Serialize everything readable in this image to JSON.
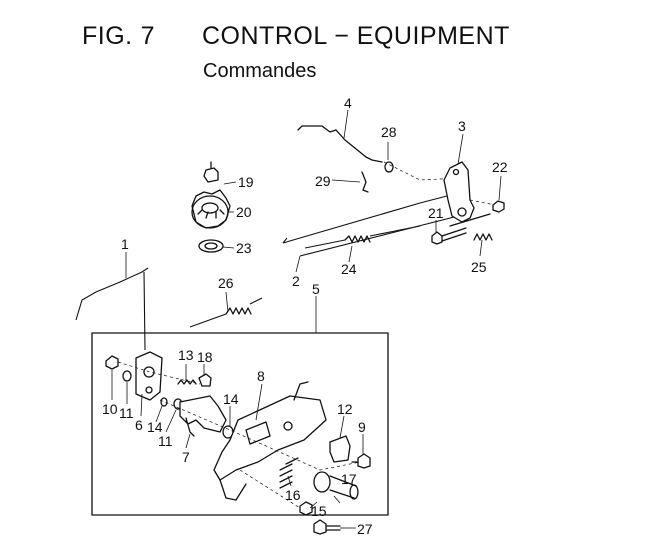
{
  "figure": {
    "fig_label": "FIG.",
    "fig_number": "7",
    "title": "CONTROL − EQUIPMENT",
    "subtitle": "Commandes"
  },
  "callouts": [
    "1",
    "2",
    "3",
    "4",
    "5",
    "6",
    "7",
    "8",
    "9",
    "10",
    "11",
    "11",
    "12",
    "13",
    "14",
    "14",
    "15",
    "16",
    "17",
    "18",
    "19",
    "20",
    "21",
    "22",
    "23",
    "24",
    "25",
    "26",
    "27",
    "28",
    "29"
  ]
}
